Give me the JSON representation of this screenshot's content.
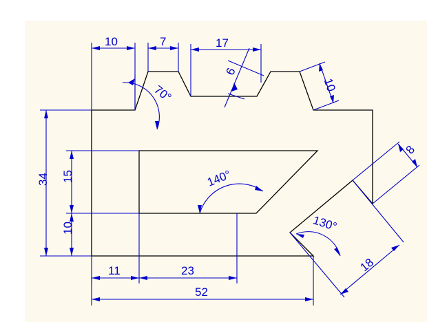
{
  "colors": {
    "paper": "#fdf9ec",
    "outline": "#000000",
    "dimension": "#0000cc"
  },
  "dimensions": {
    "d10_top": "10",
    "d7": "7",
    "d17": "17",
    "d6": "6",
    "d10_right": "10",
    "d70": "70°",
    "d34": "34",
    "d15": "15",
    "d10_left": "10",
    "d140": "140°",
    "d8": "8",
    "d130": "130°",
    "d18": "18",
    "d11": "11",
    "d23": "23",
    "d52": "52"
  }
}
